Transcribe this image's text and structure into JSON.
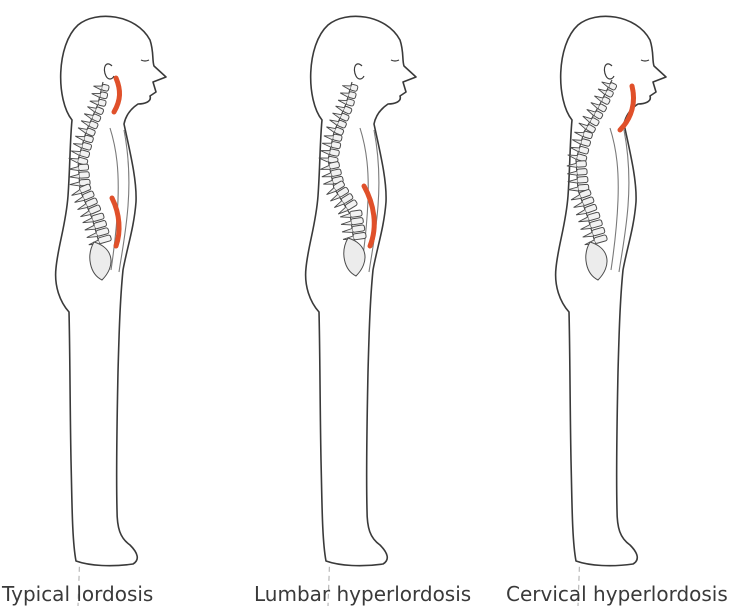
{
  "figure": {
    "panels": [
      {
        "caption": "Typical lordosis",
        "curves": [
          "cervical",
          "lumbar"
        ]
      },
      {
        "caption": "Lumbar hyperlordosis",
        "curves": [
          "lumbar"
        ]
      },
      {
        "caption": "Cervical hyperlordosis",
        "curves": [
          "cervical"
        ]
      }
    ]
  },
  "colors": {
    "outline": "#3a3a3a",
    "spine": "#4a4a4a",
    "plumb_line": "#b8b8b8",
    "highlight": "#e0502a",
    "caption": "#3a3a3a"
  }
}
